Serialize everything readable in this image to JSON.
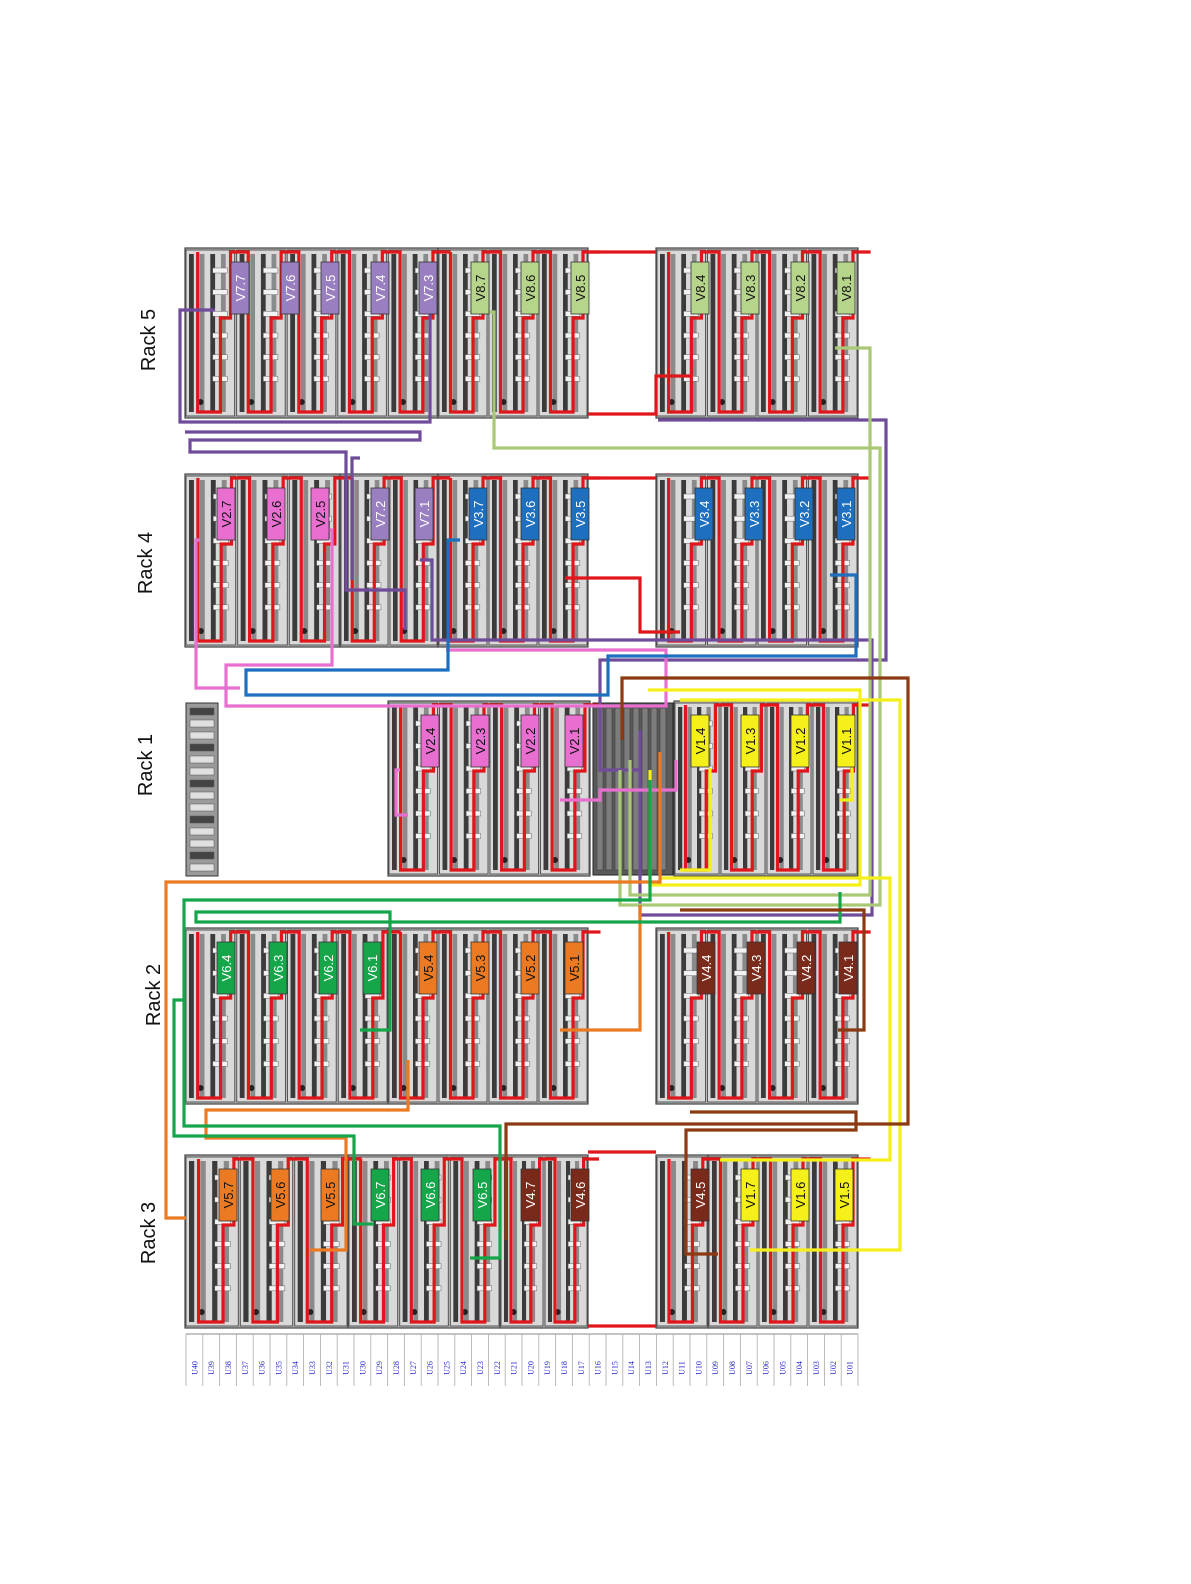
{
  "colors": {
    "red": "#e0161b",
    "purple": "#6f4b9a",
    "green_light": "#a9c977",
    "pink": "#e86fd0",
    "blue": "#1f6fbf",
    "yellow": "#f5ef1a",
    "orange": "#ec7a23",
    "green": "#15a64a",
    "brown": "#8b3a12",
    "chassis_dark": "#3a3a3a",
    "chassis_light": "#c9c9c9"
  },
  "racks": [
    {
      "id": "rack5",
      "label": "Rack 5"
    },
    {
      "id": "rack4",
      "label": "Rack 4"
    },
    {
      "id": "rack1",
      "label": "Rack 1"
    },
    {
      "id": "rack2",
      "label": "Rack 2"
    },
    {
      "id": "rack3",
      "label": "Rack 3"
    }
  ],
  "tags": {
    "rack5": [
      {
        "text": "V7.7",
        "group": "V7"
      },
      {
        "text": "V7.6",
        "group": "V7"
      },
      {
        "text": "V7.5",
        "group": "V7"
      },
      {
        "text": "V7.4",
        "group": "V7"
      },
      {
        "text": "V7.3",
        "group": "V7"
      },
      {
        "text": "V8.7",
        "group": "V8"
      },
      {
        "text": "V8.6",
        "group": "V8"
      },
      {
        "text": "V8.5",
        "group": "V8"
      },
      {
        "text": "V8.4",
        "group": "V8"
      },
      {
        "text": "V8.3",
        "group": "V8"
      },
      {
        "text": "V8.2",
        "group": "V8"
      },
      {
        "text": "V8.1",
        "group": "V8"
      }
    ],
    "rack4": [
      {
        "text": "V2.7",
        "group": "V2"
      },
      {
        "text": "V2.6",
        "group": "V2"
      },
      {
        "text": "V2.5",
        "group": "V2"
      },
      {
        "text": "V7.2",
        "group": "V7"
      },
      {
        "text": "V7.1",
        "group": "V7"
      },
      {
        "text": "V3.7",
        "group": "V3"
      },
      {
        "text": "V3.6",
        "group": "V3"
      },
      {
        "text": "V3.5",
        "group": "V3"
      },
      {
        "text": "V3.4",
        "group": "V3"
      },
      {
        "text": "V3.3",
        "group": "V3"
      },
      {
        "text": "V3.2",
        "group": "V3"
      },
      {
        "text": "V3.1",
        "group": "V3"
      }
    ],
    "rack1": [
      {
        "text": "V2.4",
        "group": "V2"
      },
      {
        "text": "V2.3",
        "group": "V2"
      },
      {
        "text": "V2.2",
        "group": "V2"
      },
      {
        "text": "V2.1",
        "group": "V2"
      },
      {
        "text": "V1.4",
        "group": "V1"
      },
      {
        "text": "V1.3",
        "group": "V1"
      },
      {
        "text": "V1.2",
        "group": "V1"
      },
      {
        "text": "V1.1",
        "group": "V1"
      }
    ],
    "rack2": [
      {
        "text": "V6.4",
        "group": "V6"
      },
      {
        "text": "V6.3",
        "group": "V6"
      },
      {
        "text": "V6.2",
        "group": "V6"
      },
      {
        "text": "V6.1",
        "group": "V6"
      },
      {
        "text": "V5.4",
        "group": "V5"
      },
      {
        "text": "V5.3",
        "group": "V5"
      },
      {
        "text": "V5.2",
        "group": "V5"
      },
      {
        "text": "V5.1",
        "group": "V5"
      },
      {
        "text": "V4.4",
        "group": "V4"
      },
      {
        "text": "V4.3",
        "group": "V4"
      },
      {
        "text": "V4.2",
        "group": "V4"
      },
      {
        "text": "V4.1",
        "group": "V4"
      }
    ],
    "rack3": [
      {
        "text": "V5.7",
        "group": "V5"
      },
      {
        "text": "V5.6",
        "group": "V5"
      },
      {
        "text": "V5.5",
        "group": "V5"
      },
      {
        "text": "V6.7",
        "group": "V6"
      },
      {
        "text": "V6.6",
        "group": "V6"
      },
      {
        "text": "V6.5",
        "group": "V6"
      },
      {
        "text": "V4.7",
        "group": "V4"
      },
      {
        "text": "V4.6",
        "group": "V4"
      },
      {
        "text": "V4.5",
        "group": "V4"
      },
      {
        "text": "V1.7",
        "group": "V1"
      },
      {
        "text": "V1.6",
        "group": "V1"
      },
      {
        "text": "V1.5",
        "group": "V1"
      }
    ]
  },
  "group_colors": {
    "V1": {
      "fill": "#f5ef1a",
      "text": "#111111"
    },
    "V2": {
      "fill": "#e86fd0",
      "text": "#111111"
    },
    "V3": {
      "fill": "#1f6fbf",
      "text": "#ffffff"
    },
    "V4": {
      "fill": "#7a2a1a",
      "text": "#ffffff"
    },
    "V5": {
      "fill": "#ec7a23",
      "text": "#111111"
    },
    "V6": {
      "fill": "#15a64a",
      "text": "#ffffff"
    },
    "V7": {
      "fill": "#9a7fc0",
      "text": "#ffffff"
    },
    "V8": {
      "fill": "#b6d48a",
      "text": "#111111"
    }
  },
  "u_labels": [
    "U40",
    "U39",
    "U38",
    "U37",
    "U36",
    "U35",
    "U34",
    "U33",
    "U32",
    "U31",
    "U30",
    "U29",
    "U28",
    "U27",
    "U26",
    "U25",
    "U24",
    "U23",
    "U22",
    "U21",
    "U20",
    "U19",
    "U18",
    "U17",
    "U16",
    "U15",
    "U14",
    "U13",
    "U12",
    "U11",
    "U10",
    "U09",
    "U08",
    "U07",
    "U06",
    "U05",
    "U04",
    "U03",
    "U02",
    "U01"
  ]
}
